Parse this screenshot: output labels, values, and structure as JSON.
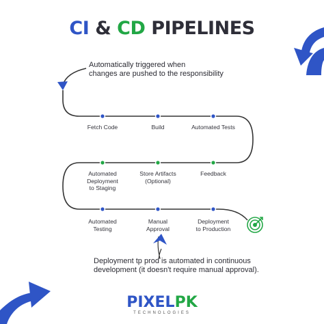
{
  "title": {
    "part1": "CI",
    "part2": "&",
    "part3": "CD",
    "part4": "PIPELINES"
  },
  "notes": {
    "trigger_line1": "Automatically triggered when",
    "trigger_line2": "changes are pushed to the responsibility",
    "deploy_line1": "Deployment tp prod is automated in continuous",
    "deploy_line2": "development (it doesn't require manual approval)."
  },
  "stages": {
    "row1": [
      {
        "lines": [
          "Fetch Code"
        ],
        "dot_color": "#2f55c6"
      },
      {
        "lines": [
          "Build"
        ],
        "dot_color": "#2f55c6"
      },
      {
        "lines": [
          "Automated Tests"
        ],
        "dot_color": "#2f55c6"
      }
    ],
    "row2": [
      {
        "lines": [
          "Automated",
          "Deployment",
          "to Staging"
        ],
        "dot_color": "#22a745"
      },
      {
        "lines": [
          "Store Artifacts",
          "(Optional)"
        ],
        "dot_color": "#22a745"
      },
      {
        "lines": [
          "Feedback"
        ],
        "dot_color": "#22a745"
      }
    ],
    "row3": [
      {
        "lines": [
          "Automated",
          "Testing"
        ],
        "dot_color": "#2f55c6"
      },
      {
        "lines": [
          "Manual",
          "Approval"
        ],
        "dot_color": "#2f55c6"
      },
      {
        "lines": [
          "Deployment",
          "to Production"
        ],
        "dot_color": "#2f55c6"
      }
    ]
  },
  "brand": {
    "name_part1": "PIXEL",
    "name_part2": "PK",
    "subtitle": "TECHNOLOGIES"
  },
  "colors": {
    "blue": "#2f55c6",
    "green": "#22a745",
    "dark": "#2e2e38",
    "path": "#333333"
  },
  "icons": [
    "corner-arrow-icon",
    "target-icon",
    "pointer-arrow-icon"
  ]
}
